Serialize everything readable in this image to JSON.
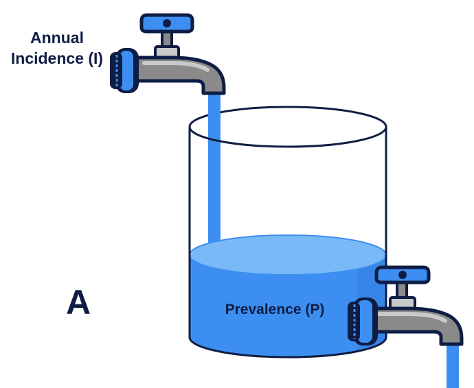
{
  "labels": {
    "incidence_line1": "Annual",
    "incidence_line2": "Incidence (I)",
    "prevalence": "Prevalence (P)",
    "panel": "A"
  },
  "colors": {
    "outline": "#0f1d44",
    "water": "#3c8ff0",
    "water_light": "#7ab9f8",
    "water_dark": "#2f74d6",
    "faucet_gray": "#8a8a8a",
    "faucet_highlight": "#c9c9c9",
    "handle_blue": "#3c8ff0",
    "text": "#0f1d44"
  },
  "icons": {
    "top_faucet": "water-faucet-icon",
    "bottom_faucet": "water-faucet-icon"
  }
}
